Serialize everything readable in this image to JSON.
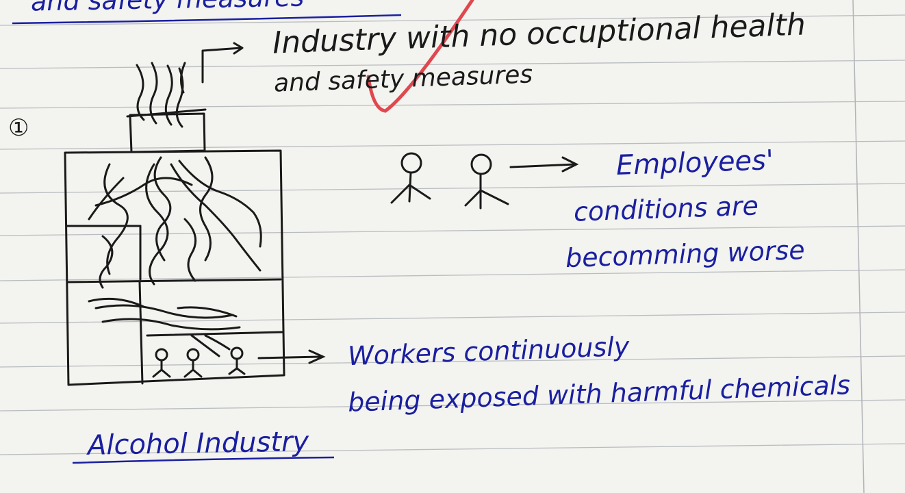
{
  "page": {
    "heading_fragment": "and safety measures",
    "section_number": "①"
  },
  "notes": {
    "industry_note_line1": "Industry with no occuptional health",
    "industry_note_line2": "and safety measures",
    "employees_line1": "Employees'",
    "employees_line2": "conditions are",
    "employees_line3": "becomming worse",
    "workers_line1": "Workers continuously",
    "workers_line2": "being exposed with harmful chemicals",
    "caption": "Alcohol Industry"
  },
  "colors": {
    "paper": "#f3f3ef",
    "rule_line": "#b9bcc0",
    "pencil_ink": "#1a1a1a",
    "pen_ink": "#1a1fa0",
    "check_mark": "#e0484f"
  }
}
